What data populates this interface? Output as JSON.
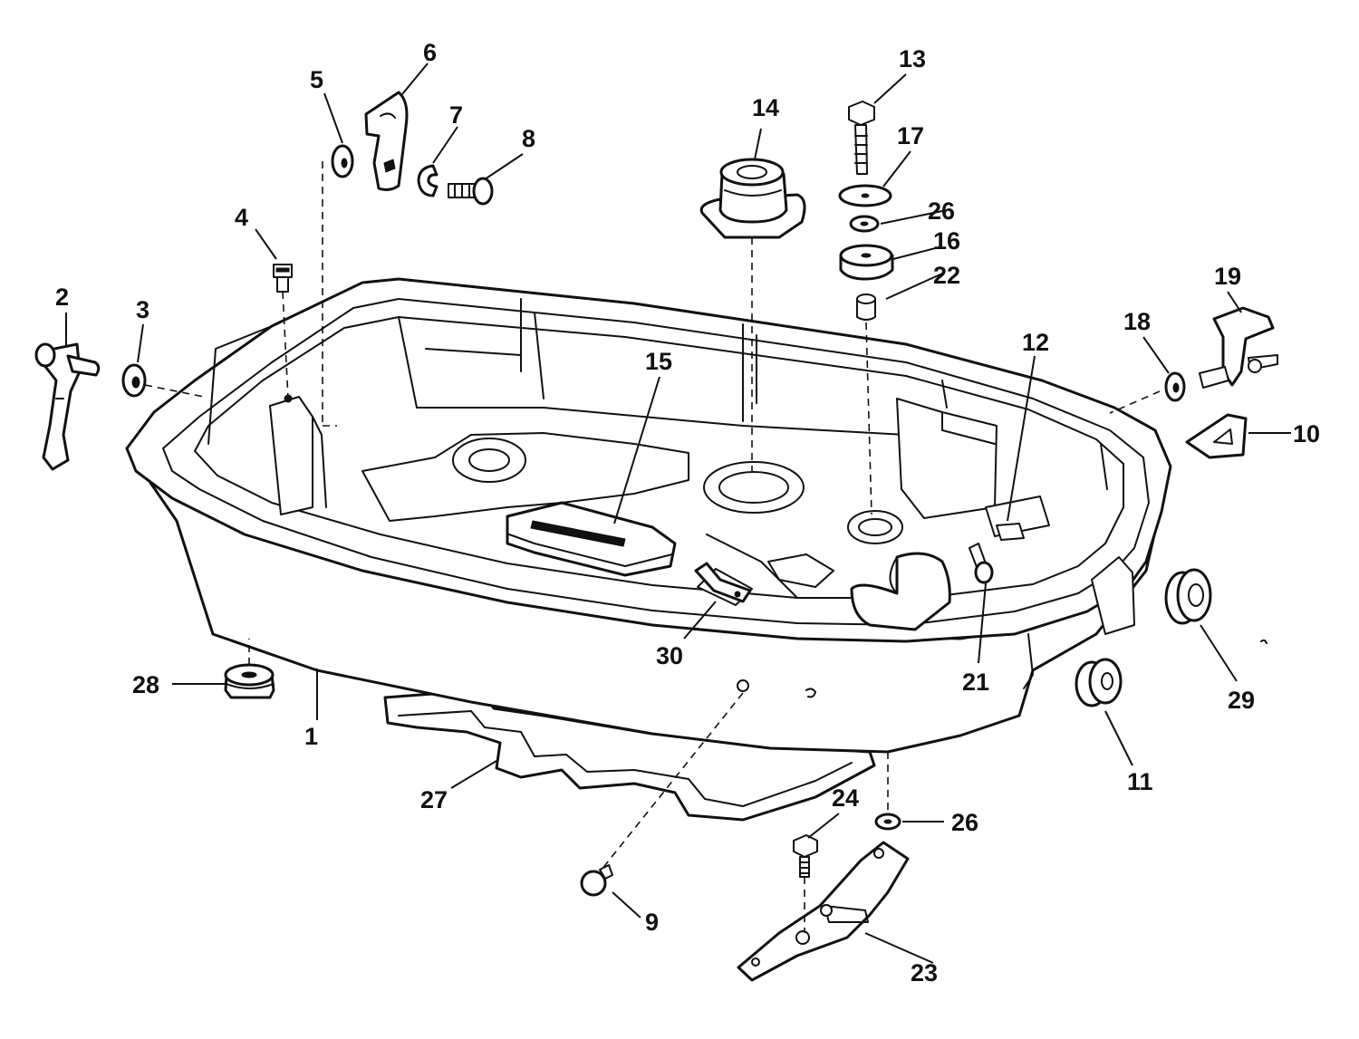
{
  "diagram": {
    "callouts": [
      {
        "id": "c1",
        "text": "1"
      },
      {
        "id": "c2",
        "text": "2"
      },
      {
        "id": "c3",
        "text": "3"
      },
      {
        "id": "c4",
        "text": "4"
      },
      {
        "id": "c5",
        "text": "5"
      },
      {
        "id": "c6",
        "text": "6"
      },
      {
        "id": "c7",
        "text": "7"
      },
      {
        "id": "c8",
        "text": "8"
      },
      {
        "id": "c9",
        "text": "9"
      },
      {
        "id": "c10",
        "text": "10"
      },
      {
        "id": "c11",
        "text": "11"
      },
      {
        "id": "c12",
        "text": "12"
      },
      {
        "id": "c13",
        "text": "13"
      },
      {
        "id": "c14",
        "text": "14"
      },
      {
        "id": "c15",
        "text": "15"
      },
      {
        "id": "c16",
        "text": "16"
      },
      {
        "id": "c17",
        "text": "17"
      },
      {
        "id": "c18",
        "text": "18"
      },
      {
        "id": "c19",
        "text": "19"
      },
      {
        "id": "c21",
        "text": "21"
      },
      {
        "id": "c22",
        "text": "22"
      },
      {
        "id": "c23",
        "text": "23"
      },
      {
        "id": "c24",
        "text": "24"
      },
      {
        "id": "c26a",
        "text": "26"
      },
      {
        "id": "c26b",
        "text": "26"
      },
      {
        "id": "c27",
        "text": "27"
      },
      {
        "id": "c28",
        "text": "28"
      },
      {
        "id": "c29",
        "text": "29"
      },
      {
        "id": "c30",
        "text": "30"
      }
    ]
  }
}
